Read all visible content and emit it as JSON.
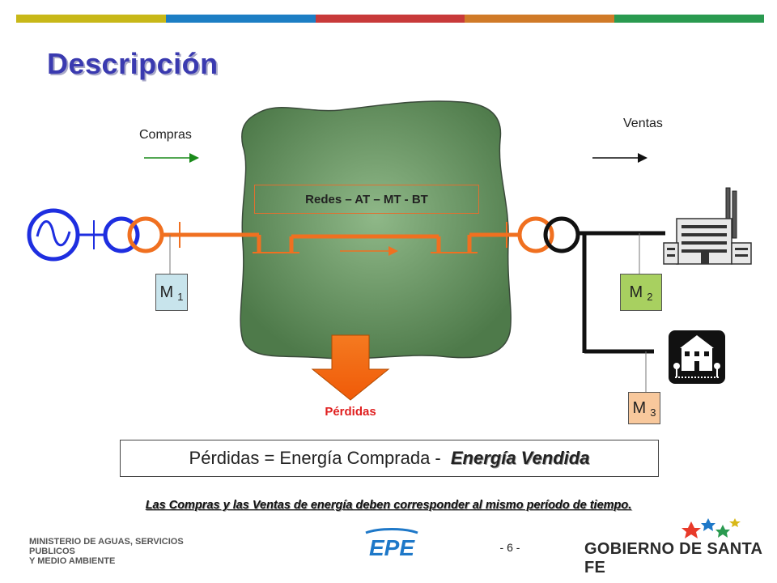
{
  "colors": {
    "topbar": [
      "#c8b818",
      "#1d7ec4",
      "#c83a3a",
      "#d07a28",
      "#2a9a50"
    ],
    "title": "#3a3ab0",
    "cloud_fill": "#5e8a5a",
    "orange_line": "#f07020",
    "blue_line": "#1e2ee0",
    "m1_fill": "#c8e4ec",
    "m2_fill": "#a8d060",
    "m3_fill": "#f8c89c",
    "arrow_fill": "#f46c10",
    "perdidas_text": "#e02020"
  },
  "header": {
    "title": "Descripción"
  },
  "diagram": {
    "compras_label": "Compras",
    "ventas_label": "Ventas",
    "redes_label": "Redes – AT – MT - BT",
    "perdidas_label": "Pérdidas",
    "meters": [
      {
        "letter": "M",
        "number": "1"
      },
      {
        "letter": "M",
        "number": "2"
      },
      {
        "letter": "M",
        "number": "3"
      }
    ],
    "icons": [
      "generator-icon",
      "factory-icon",
      "house-icon"
    ]
  },
  "formula": {
    "prefix": "Pérdidas = Energía Comprada - ",
    "emphasis": "Energía Vendida"
  },
  "note": "Las Compras y las Ventas de energía deben corresponder al mismo período de tiempo.",
  "footer": {
    "ministerio_line1": "MINISTERIO DE AGUAS, SERVICIOS PUBLICOS",
    "ministerio_line2": "Y MEDIO AMBIENTE",
    "epe_logo": "EPE",
    "page_number": "- 6 -",
    "gobierno": "GOBIERNO DE SANTA FE"
  }
}
